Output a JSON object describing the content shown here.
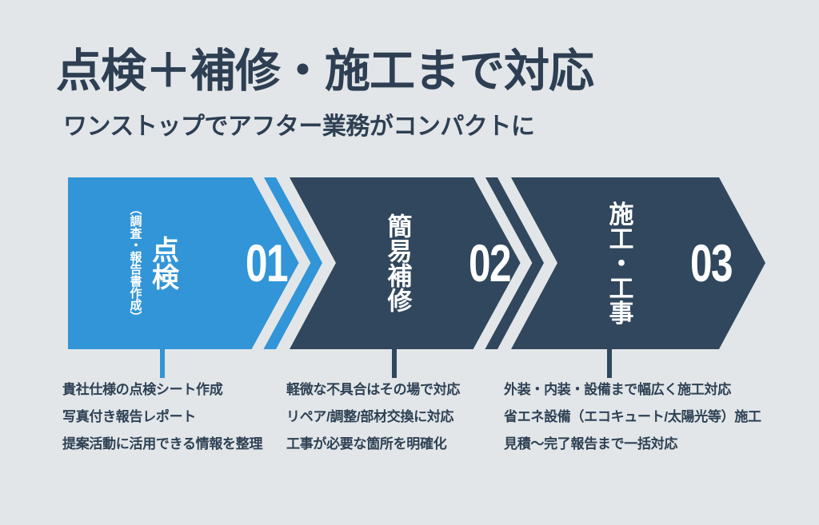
{
  "page": {
    "title": "点検＋補修・施工まで対応",
    "subtitle": "ワンストップでアフター業務がコンパクトに"
  },
  "colors": {
    "background": "#e2e6e9",
    "accent_blue": "#3195d7",
    "dark_navy": "#30475d",
    "text_navy": "#2e3f53",
    "label_white": "#ffffff"
  },
  "steps": [
    {
      "number": "01",
      "label": "点検",
      "sublabel": "（調査・報告書作成）",
      "color": "#3195d7",
      "bullets": [
        "貴社仕様の点検シート作成",
        "写真付き報告レポート",
        "提案活動に活用できる情報を整理"
      ]
    },
    {
      "number": "02",
      "label": "簡易補修",
      "color": "#30475d",
      "bullets": [
        "軽微な不具合はその場で対応",
        "リペア/調整/部材交換に対応",
        "工事が必要な箇所を明確化"
      ]
    },
    {
      "number": "03",
      "label": "施工・工事",
      "color": "#30475d",
      "bullets": [
        "外装・内装・設備まで幅広く施工対応",
        "省エネ設備（エコキュート/太陽光等）施工",
        "見積～完了報告まで一括対応"
      ]
    }
  ]
}
